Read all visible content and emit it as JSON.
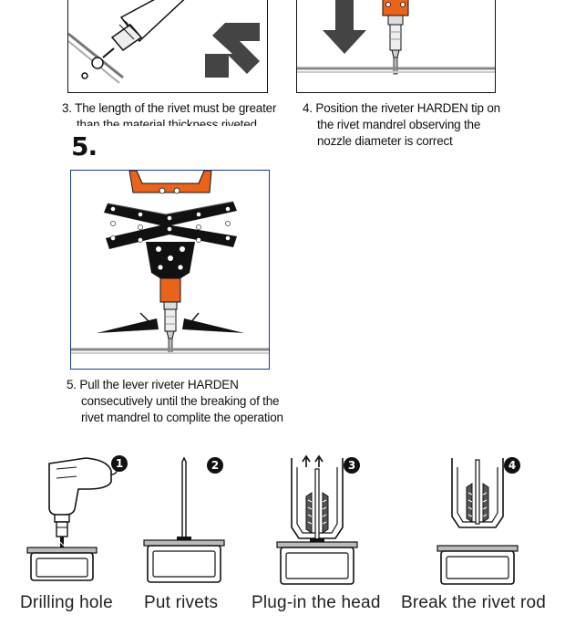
{
  "step3": {
    "caption_lines": [
      "3. The length of the rivet must be greater",
      "than the material  thickness riveted"
    ]
  },
  "step4": {
    "caption_lines": [
      "4. Position the riveter HARDEN tip on",
      "the rivet mandrel  observing the",
      "nozzle diameter is correct"
    ]
  },
  "step5": {
    "number": "5.",
    "caption_lines": [
      "5. Pull the lever riveter HARDEN",
      "consecutively until the  breaking of the",
      "rivet mandrel to complite the operation"
    ]
  },
  "process": [
    {
      "badge": "1",
      "label": "Drilling hole"
    },
    {
      "badge": "2",
      "label": "Put rivets"
    },
    {
      "badge": "3",
      "label": "Plug-in the head"
    },
    {
      "badge": "4",
      "label": "Break the rivet rod"
    }
  ],
  "icons": {
    "step3": [
      "rivet-gun-icon",
      "arrow-down-left-icon"
    ],
    "step4": [
      "arrow-down-icon",
      "rivet-nozzle-icon"
    ],
    "step5": [
      "lever-riveter-icon"
    ],
    "process": [
      "drill-icon",
      "rivet-icon",
      "riveting-head-icon",
      "broken-mandrel-icon"
    ]
  },
  "colors": {
    "tool_orange": "#e8641c",
    "frame_blue": "#1a3a8c",
    "ink": "#111111"
  }
}
